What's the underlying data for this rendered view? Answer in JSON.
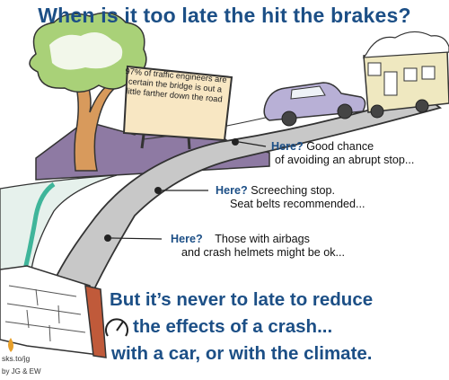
{
  "title": "When is it too late the hit the brakes?",
  "sign": {
    "text": "97% of traffic engineers are certain the bridge is out a little farther down the road"
  },
  "markers": [
    {
      "label": "Here?",
      "line1": "Good chance",
      "line2": "of avoiding an abrupt stop..."
    },
    {
      "label": "Here?",
      "line1": "Screeching stop.",
      "line2": "Seat belts recommended..."
    },
    {
      "label": "Here?",
      "line1": "Those with airbags",
      "line2": "and crash helmets might be ok..."
    }
  ],
  "conclusion": {
    "line1": "But it’s never to late to reduce",
    "line2": "the effects of a crash...",
    "line3": "with a car, or with the climate."
  },
  "credit": {
    "site": "sks.to/jg",
    "authors": "by JG & EW"
  },
  "colors": {
    "title": "#1c4f86",
    "road": "#c8c8c8",
    "tree": "#a9d178",
    "river": "#3fb59a",
    "mountain": "#8e7aa3",
    "car": "#b8b0d6",
    "bus": "#efe8c0",
    "brick": "#c05a3a"
  }
}
